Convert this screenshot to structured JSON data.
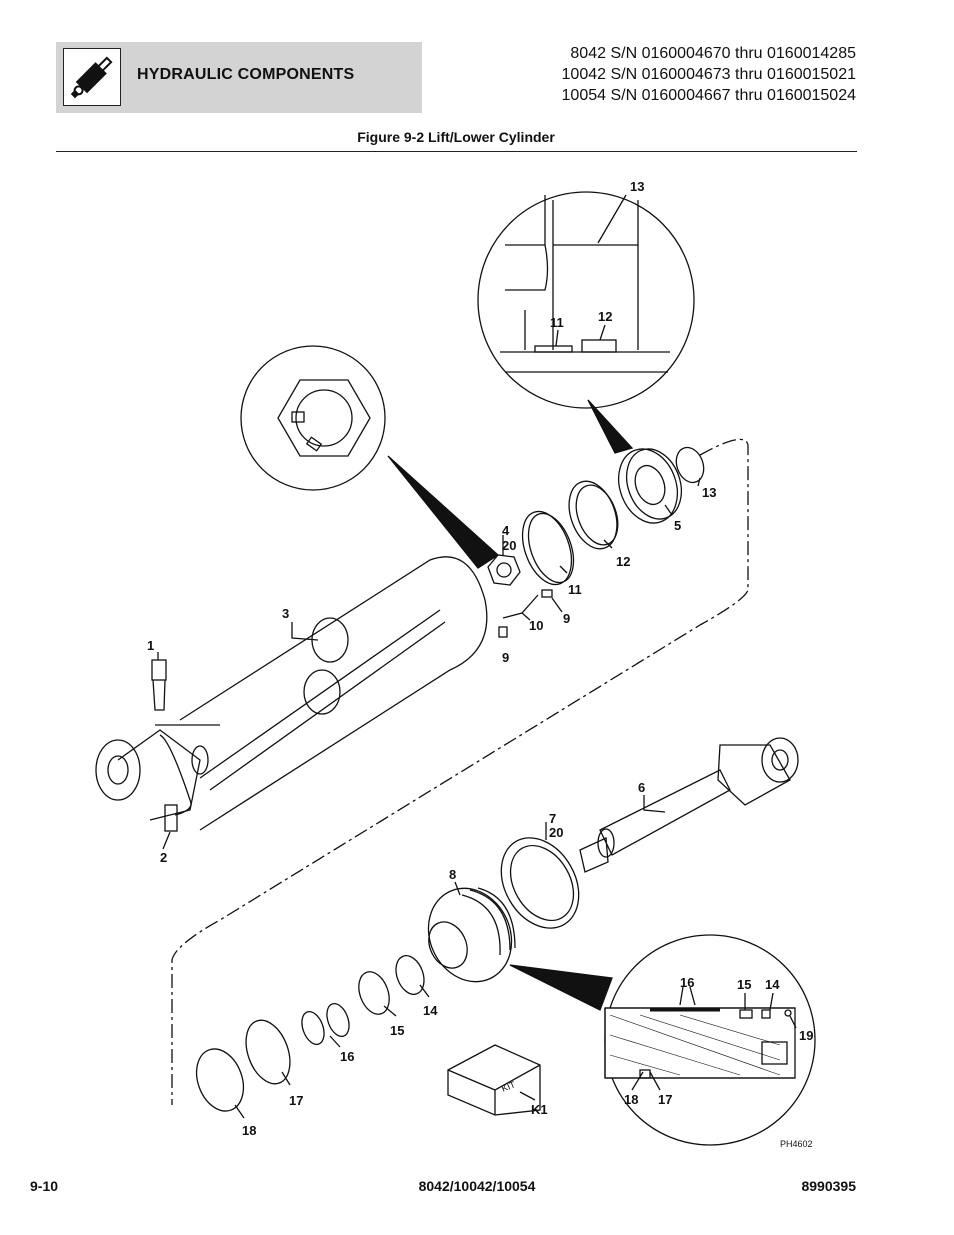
{
  "header": {
    "section_title": "HYDRAULIC COMPONENTS",
    "icon": "hydraulic-cylinder-icon",
    "serials": [
      "8042 S/N 0160004670 thru 0160014285",
      "10042 S/N 0160004673 thru 0160015021",
      "10054 S/N 0160004667 thru 0160015024"
    ]
  },
  "figure": {
    "title": "Figure 9-2 Lift/Lower Cylinder",
    "image_code": "PH4602",
    "kit_label": "KIT",
    "callouts": {
      "c1": "1",
      "c2": "2",
      "c3": "3",
      "c4": "4",
      "c20a": "20",
      "c5": "5",
      "c6": "6",
      "c7": "7",
      "c20b": "20",
      "c8": "8",
      "c9a": "9",
      "c9b": "9",
      "c10": "10",
      "c11": "11",
      "c12": "12",
      "c13": "13",
      "c14": "14",
      "c15": "15",
      "c16": "16",
      "c17": "17",
      "c18": "18",
      "k1": "K1",
      "d11": "11",
      "d12": "12",
      "d13": "13",
      "d14": "14",
      "d15": "15",
      "d16": "16",
      "d17": "17",
      "d18": "18",
      "d19": "19"
    }
  },
  "footer": {
    "page_number": "9-10",
    "models": "8042/10042/10054",
    "part_number": "8990395"
  }
}
